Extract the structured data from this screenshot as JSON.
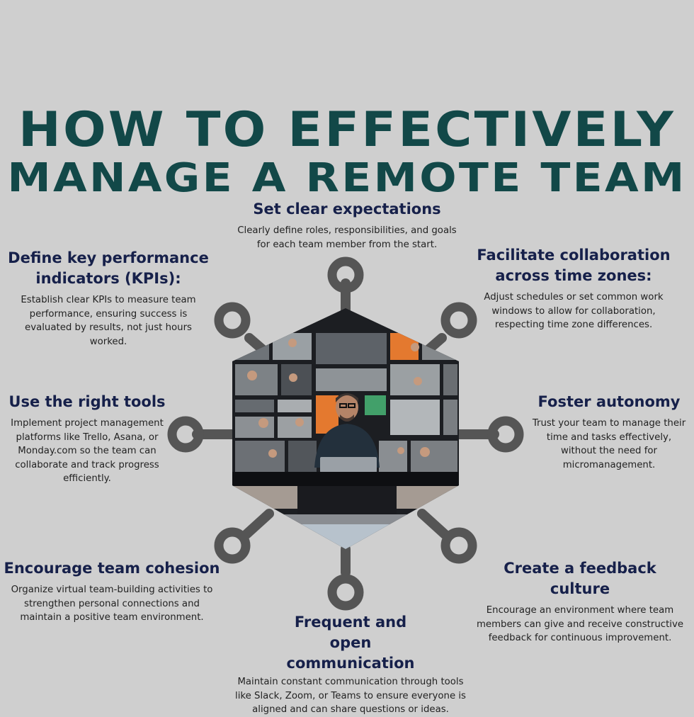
{
  "title": {
    "line1": "HOW TO EFFECTIVELY",
    "line2": "MANAGE A REMOTE TEAM"
  },
  "sections": {
    "expectations": {
      "heading": "Set clear expectations",
      "body": "Clearly define roles, responsibilities, and goals for each team member from the start."
    },
    "kpis": {
      "heading": "Define key performance indicators (KPIs):",
      "body": "Establish clear KPIs to measure team performance, ensuring success is evaluated by results, not just hours worked."
    },
    "timezones": {
      "heading": "Facilitate collaboration across time zones:",
      "body": "Adjust schedules or set common work windows to allow for collaboration, respecting time zone differences."
    },
    "tools": {
      "heading": "Use the right tools",
      "body": "Implement project management platforms like Trello, Asana, or Monday.com so the team can collaborate and track progress efficiently."
    },
    "autonomy": {
      "heading": "Foster autonomy",
      "body": "Trust your team to manage their time and tasks effectively, without the need for micromanagement."
    },
    "cohesion": {
      "heading": "Encourage team cohesion",
      "body": "Organize virtual team-building activities to strengthen personal connections and maintain a positive team environment."
    },
    "feedback": {
      "heading": "Create a feedback culture",
      "body": "Encourage an environment where team members can give and receive constructive feedback for continuous improvement."
    },
    "communication": {
      "heading": "Frequent and open communication",
      "body": "Maintain constant communication through tools like Slack, Zoom, or Teams to ensure everyone is aligned and can share questions or ideas."
    }
  },
  "colors": {
    "background": "#cfcfcf",
    "title": "#124848",
    "heading": "#16204a",
    "connector": "#555555"
  }
}
